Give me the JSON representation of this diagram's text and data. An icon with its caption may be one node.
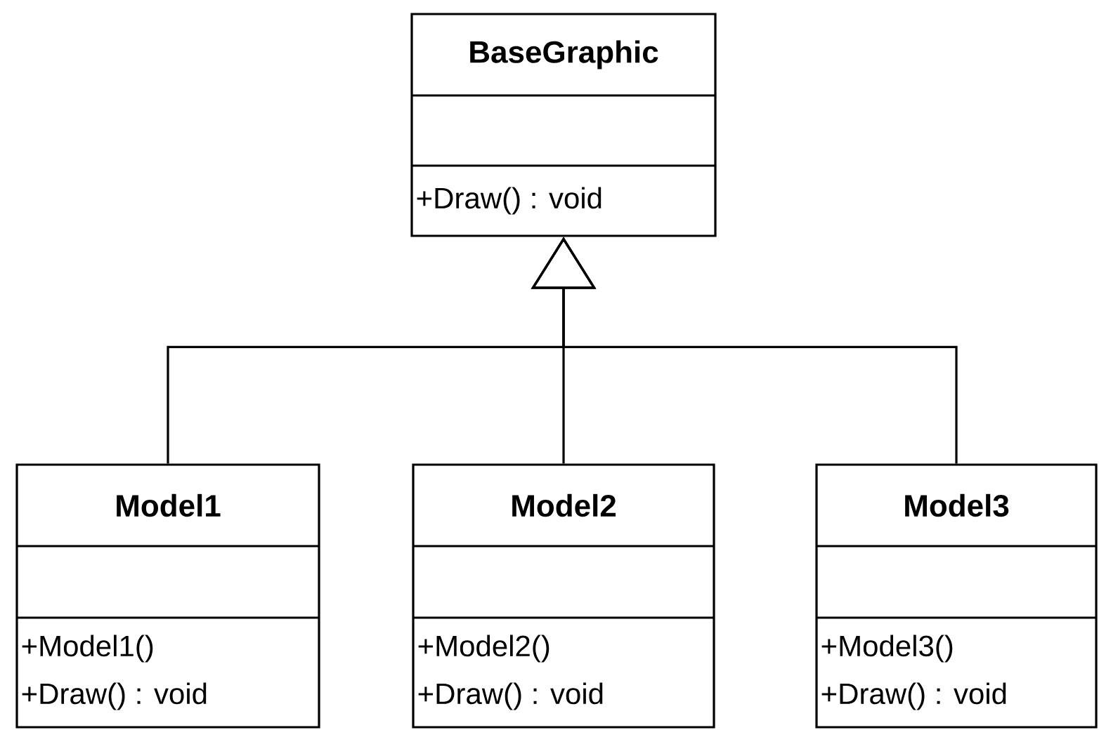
{
  "diagram": {
    "nodes": [
      {
        "text": [
          "BaseGraphic",
          "+Draw() : void"
        ]
      },
      {
        "text": [
          "Model1",
          "+Model1()",
          "+Draw() : void"
        ]
      },
      {
        "text": [
          "Model2",
          "+Model2()",
          "+Draw() : void"
        ]
      },
      {
        "text": [
          "Model3",
          "+Model3()",
          "+Draw() : void"
        ]
      }
    ],
    "edges": [
      {
        "from": 1,
        "to": 0,
        "arrow": "to"
      },
      {
        "from": 2,
        "to": 0,
        "arrow": "to"
      },
      {
        "from": 3,
        "to": 0,
        "arrow": "to"
      }
    ]
  }
}
